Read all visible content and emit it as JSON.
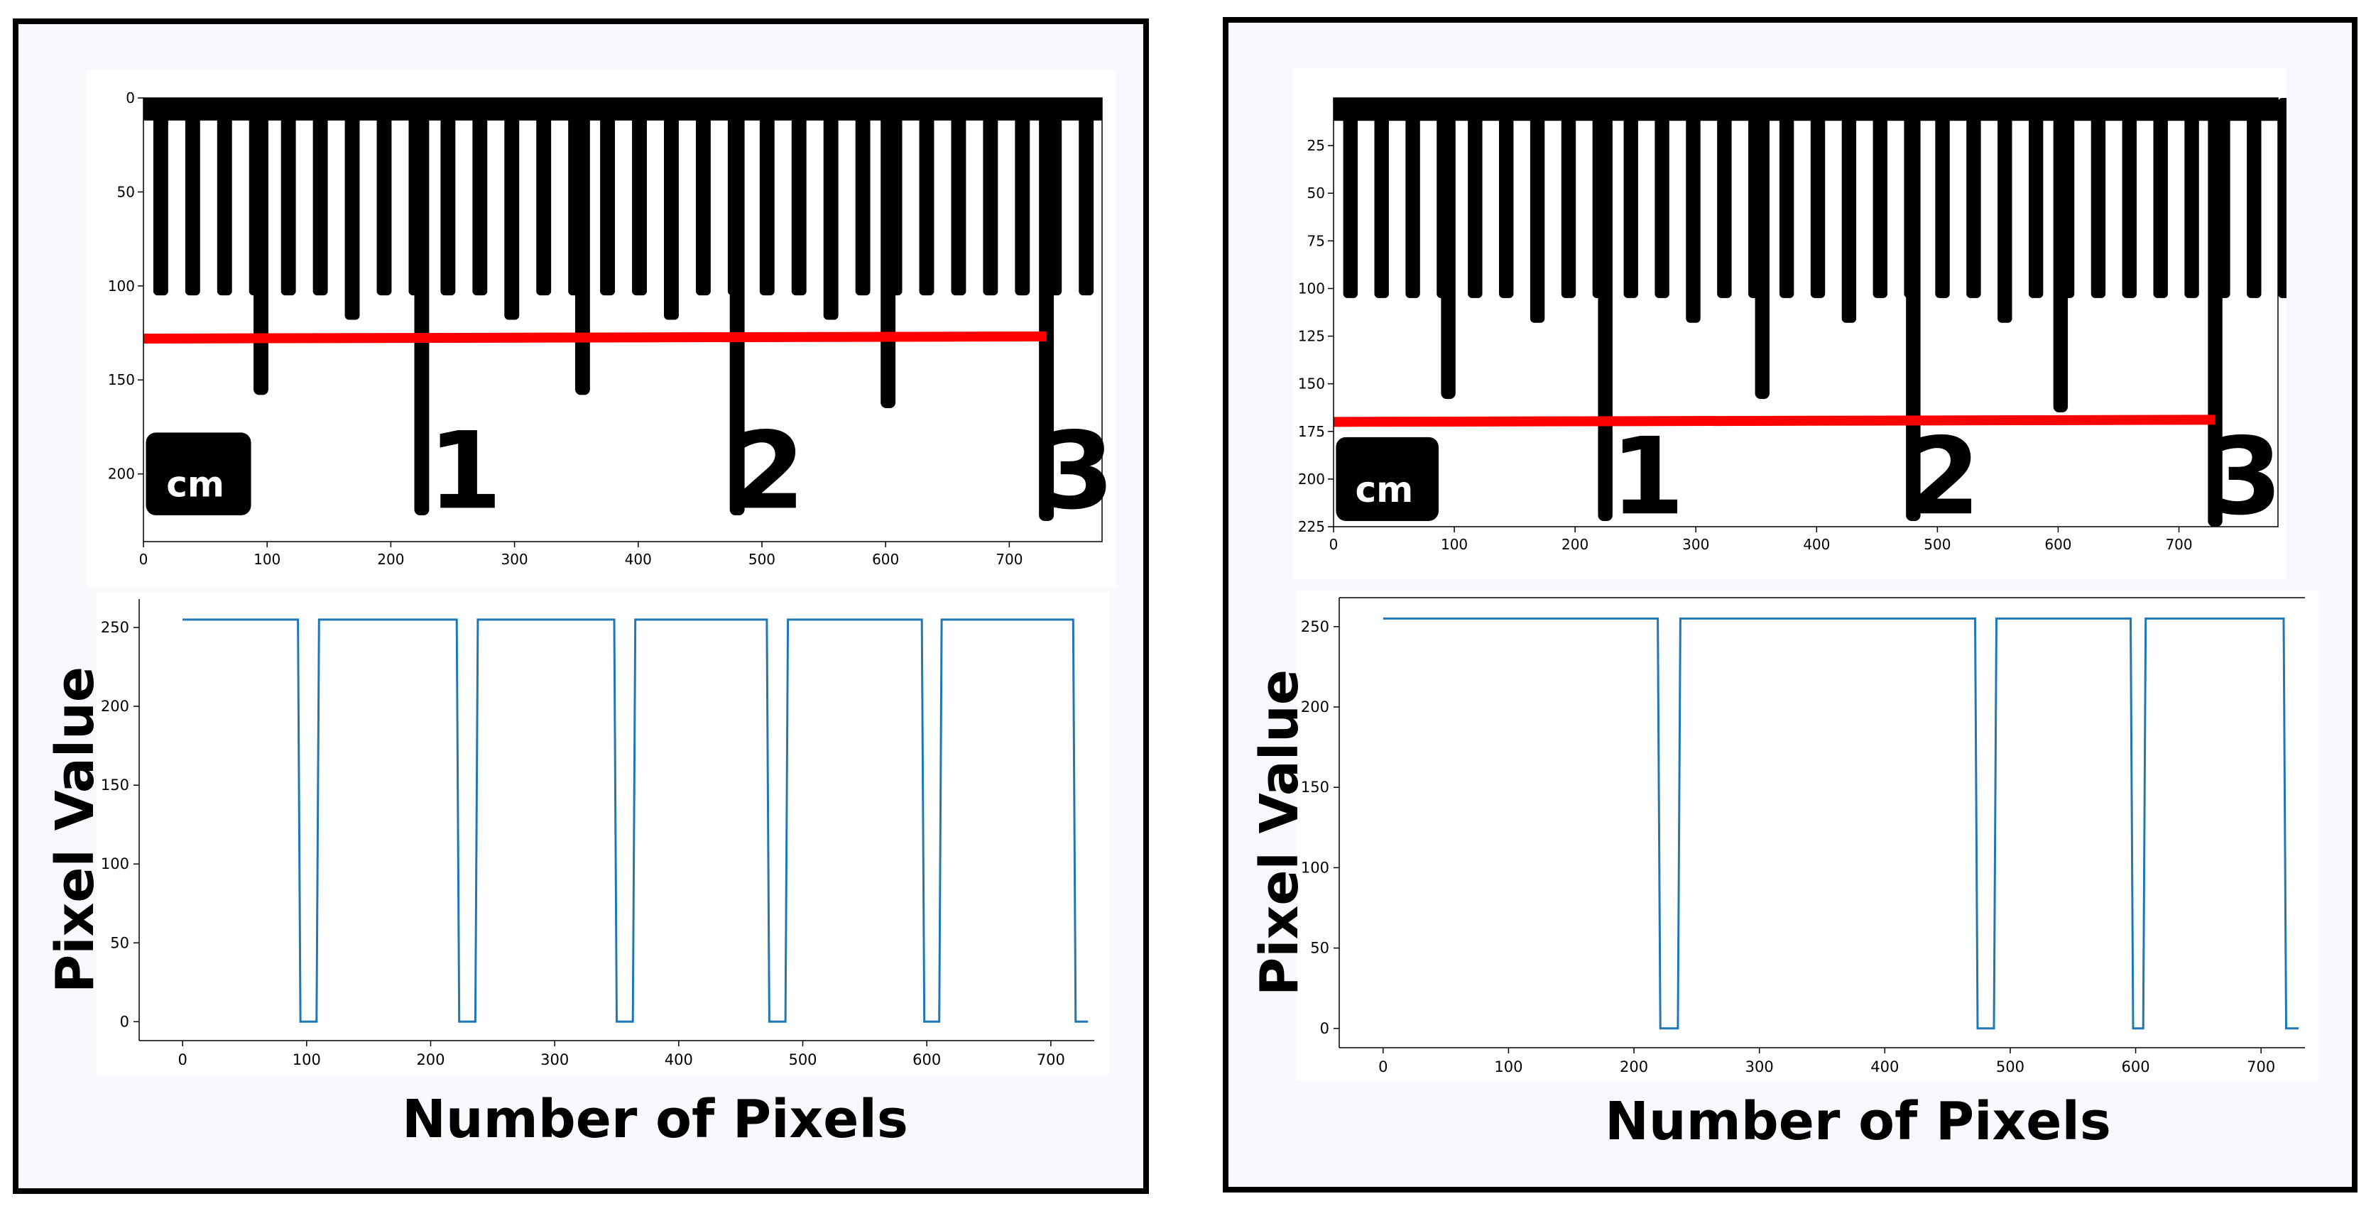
{
  "chart_data": [
    {
      "type": "image",
      "panel": "left",
      "description_text": [],
      "xticks": [
        0,
        100,
        200,
        300,
        400,
        500,
        600,
        700
      ],
      "yticks": [
        0,
        50,
        100,
        150,
        200
      ],
      "xlim": [
        0,
        775
      ],
      "ylim": [
        236,
        0
      ],
      "ruler_major_ticks_x": [
        95,
        225,
        355,
        480,
        602,
        730
      ],
      "ruler_digits": [
        {
          "text": "1",
          "x": 260
        },
        {
          "text": "2",
          "x": 505
        },
        {
          "text": "3",
          "x": 755
        }
      ],
      "ruler_unit_text": "cm",
      "scan_line": {
        "y": 128,
        "x_start": 0,
        "x_end": 730,
        "color": "#ff0000"
      }
    },
    {
      "type": "line",
      "panel": "left",
      "xlabel": "Number of Pixels",
      "ylabel": "Pixel Value",
      "xticks": [
        0,
        100,
        200,
        300,
        400,
        500,
        600,
        700
      ],
      "yticks": [
        0,
        50,
        100,
        150,
        200,
        250
      ],
      "xlim": [
        -35,
        735
      ],
      "ylim": [
        -12,
        268
      ],
      "series": [
        {
          "color": "#1f77b4",
          "x": [
            0,
            93,
            95,
            108,
            110,
            221,
            223,
            236,
            238,
            348,
            350,
            363,
            365,
            471,
            473,
            486,
            488,
            596,
            598,
            610,
            612,
            718,
            720,
            730
          ],
          "y": [
            255,
            255,
            0,
            0,
            255,
            255,
            0,
            0,
            255,
            255,
            0,
            0,
            255,
            255,
            0,
            0,
            255,
            255,
            0,
            0,
            255,
            255,
            0,
            0
          ]
        }
      ]
    },
    {
      "type": "image",
      "panel": "right",
      "xticks": [
        0,
        100,
        200,
        300,
        400,
        500,
        600,
        700
      ],
      "yticks": [
        25,
        50,
        75,
        100,
        125,
        150,
        175,
        200,
        225
      ],
      "xlim": [
        0,
        782
      ],
      "ylim": [
        225,
        0
      ],
      "ruler_major_ticks_x": [
        95,
        225,
        355,
        480,
        602,
        730
      ],
      "ruler_digits": [
        {
          "text": "1",
          "x": 260
        },
        {
          "text": "2",
          "x": 505
        },
        {
          "text": "3",
          "x": 755
        }
      ],
      "ruler_unit_text": "cm",
      "scan_line": {
        "y": 170,
        "x_start": 0,
        "x_end": 730,
        "color": "#ff0000"
      }
    },
    {
      "type": "line",
      "panel": "right",
      "xlabel": "Number of Pixels",
      "ylabel": "Pixel Value",
      "xticks": [
        0,
        100,
        200,
        300,
        400,
        500,
        600,
        700
      ],
      "yticks": [
        0,
        50,
        100,
        150,
        200,
        250
      ],
      "xlim": [
        -35,
        735
      ],
      "ylim": [
        -12,
        268
      ],
      "series": [
        {
          "color": "#1f77b4",
          "x": [
            0,
            219,
            221,
            235,
            237,
            472,
            474,
            487,
            489,
            596,
            598,
            606,
            608,
            718,
            720,
            730
          ],
          "y": [
            255,
            255,
            0,
            0,
            255,
            255,
            0,
            0,
            255,
            255,
            0,
            0,
            255,
            255,
            0,
            0
          ]
        }
      ]
    }
  ],
  "labels": {
    "left_xlabel": "Number of Pixels",
    "left_ylabel": "Pixel Value",
    "right_xlabel": "Number of Pixels",
    "right_ylabel": "Pixel Value"
  }
}
